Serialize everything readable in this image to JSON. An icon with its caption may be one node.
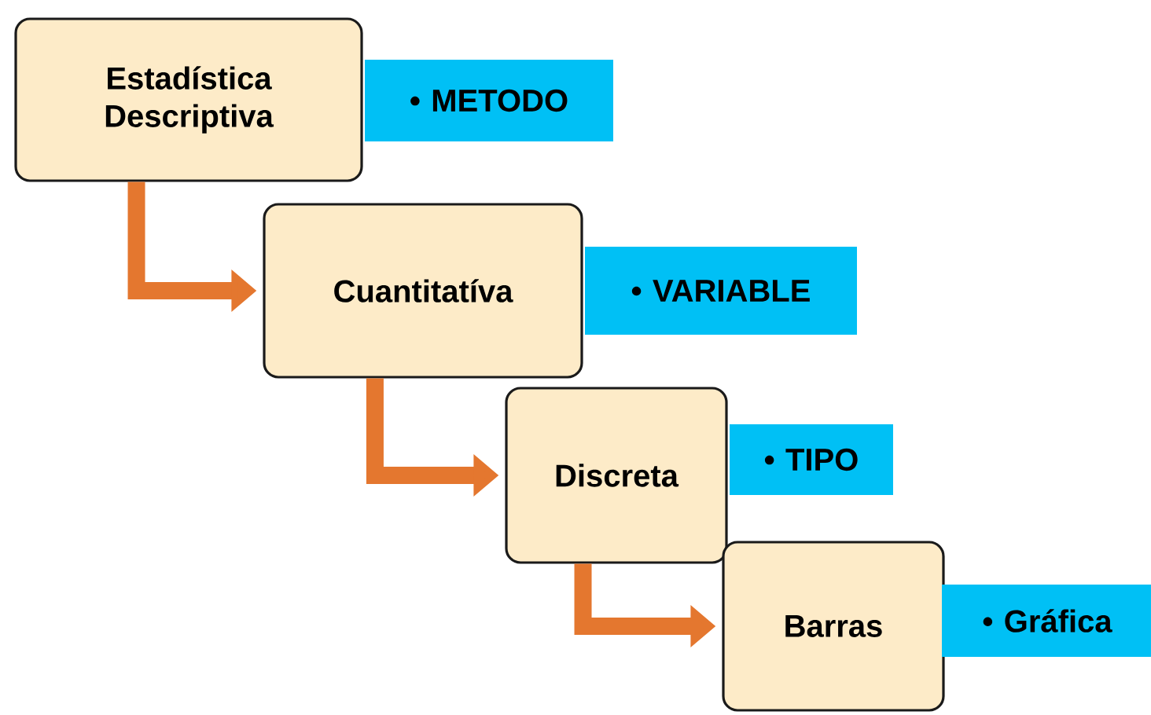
{
  "diagram": {
    "nodes": [
      {
        "text": [
          "Estadística Descriptiva"
        ]
      },
      {
        "text": [
          "• METODO"
        ]
      },
      {
        "text": [
          "Cuantitatíva"
        ]
      },
      {
        "text": [
          "• VARIABLE"
        ]
      },
      {
        "text": [
          "Discreta"
        ]
      },
      {
        "text": [
          "• TIPO"
        ]
      },
      {
        "text": [
          "Barras"
        ]
      },
      {
        "text": [
          "• Gráfica"
        ]
      }
    ],
    "edges": [
      {
        "from": 0,
        "to": 2,
        "arrow": "to"
      },
      {
        "from": 2,
        "to": 4,
        "arrow": "to"
      },
      {
        "from": 4,
        "to": 6,
        "arrow": "to"
      }
    ]
  }
}
